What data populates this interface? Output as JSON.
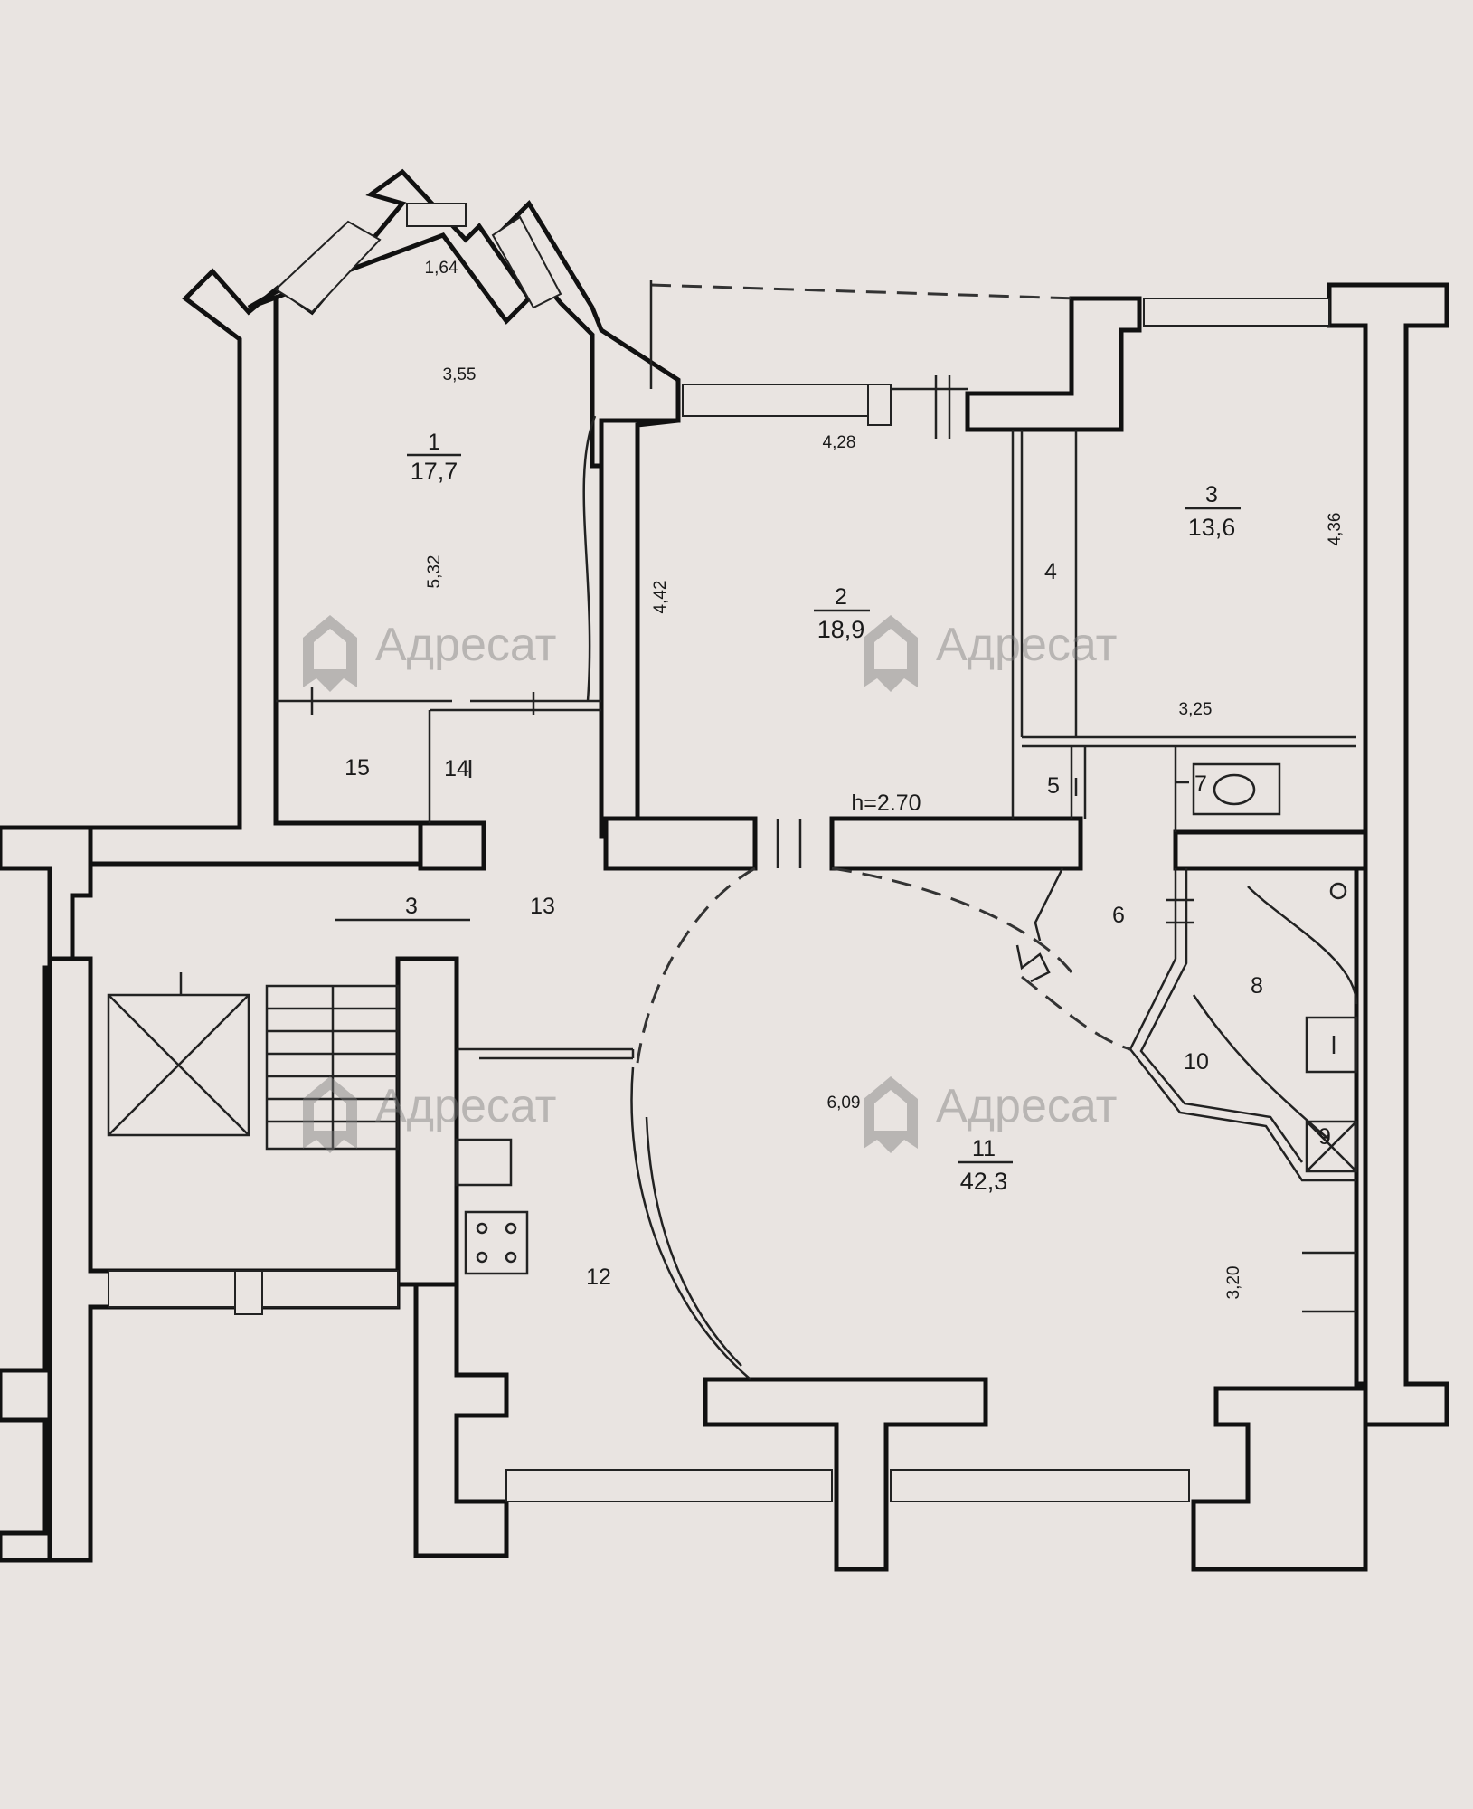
{
  "plan": {
    "ceiling": "h=2.70",
    "watermark": "Адресат",
    "rooms": [
      {
        "id": "room-1",
        "number": "1",
        "area": "17,7"
      },
      {
        "id": "room-2",
        "number": "2",
        "area": "18,9"
      },
      {
        "id": "room-3",
        "number": "3",
        "area": "13,6"
      },
      {
        "id": "room-4",
        "number": "4"
      },
      {
        "id": "room-5",
        "number": "5"
      },
      {
        "id": "room-6",
        "number": "6"
      },
      {
        "id": "room-7",
        "number": "7"
      },
      {
        "id": "room-8",
        "number": "8"
      },
      {
        "id": "room-9",
        "number": "9"
      },
      {
        "id": "room-10",
        "number": "10"
      },
      {
        "id": "room-11",
        "number": "11",
        "area": "42,3"
      },
      {
        "id": "room-12",
        "number": "12"
      },
      {
        "id": "room-13",
        "number": "13"
      },
      {
        "id": "room-14",
        "number": "14"
      },
      {
        "id": "room-15",
        "number": "15"
      },
      {
        "id": "room-3-small",
        "number": "3"
      }
    ],
    "dimensions": [
      "1,64",
      "3,55",
      "5,32",
      "4,28",
      "4,42",
      "3,25",
      "4,36",
      "6,09",
      "3,20"
    ]
  },
  "colors": {
    "paper": "#e9e4e1",
    "wall": "#111111",
    "watermark": "#7d7d7d"
  }
}
